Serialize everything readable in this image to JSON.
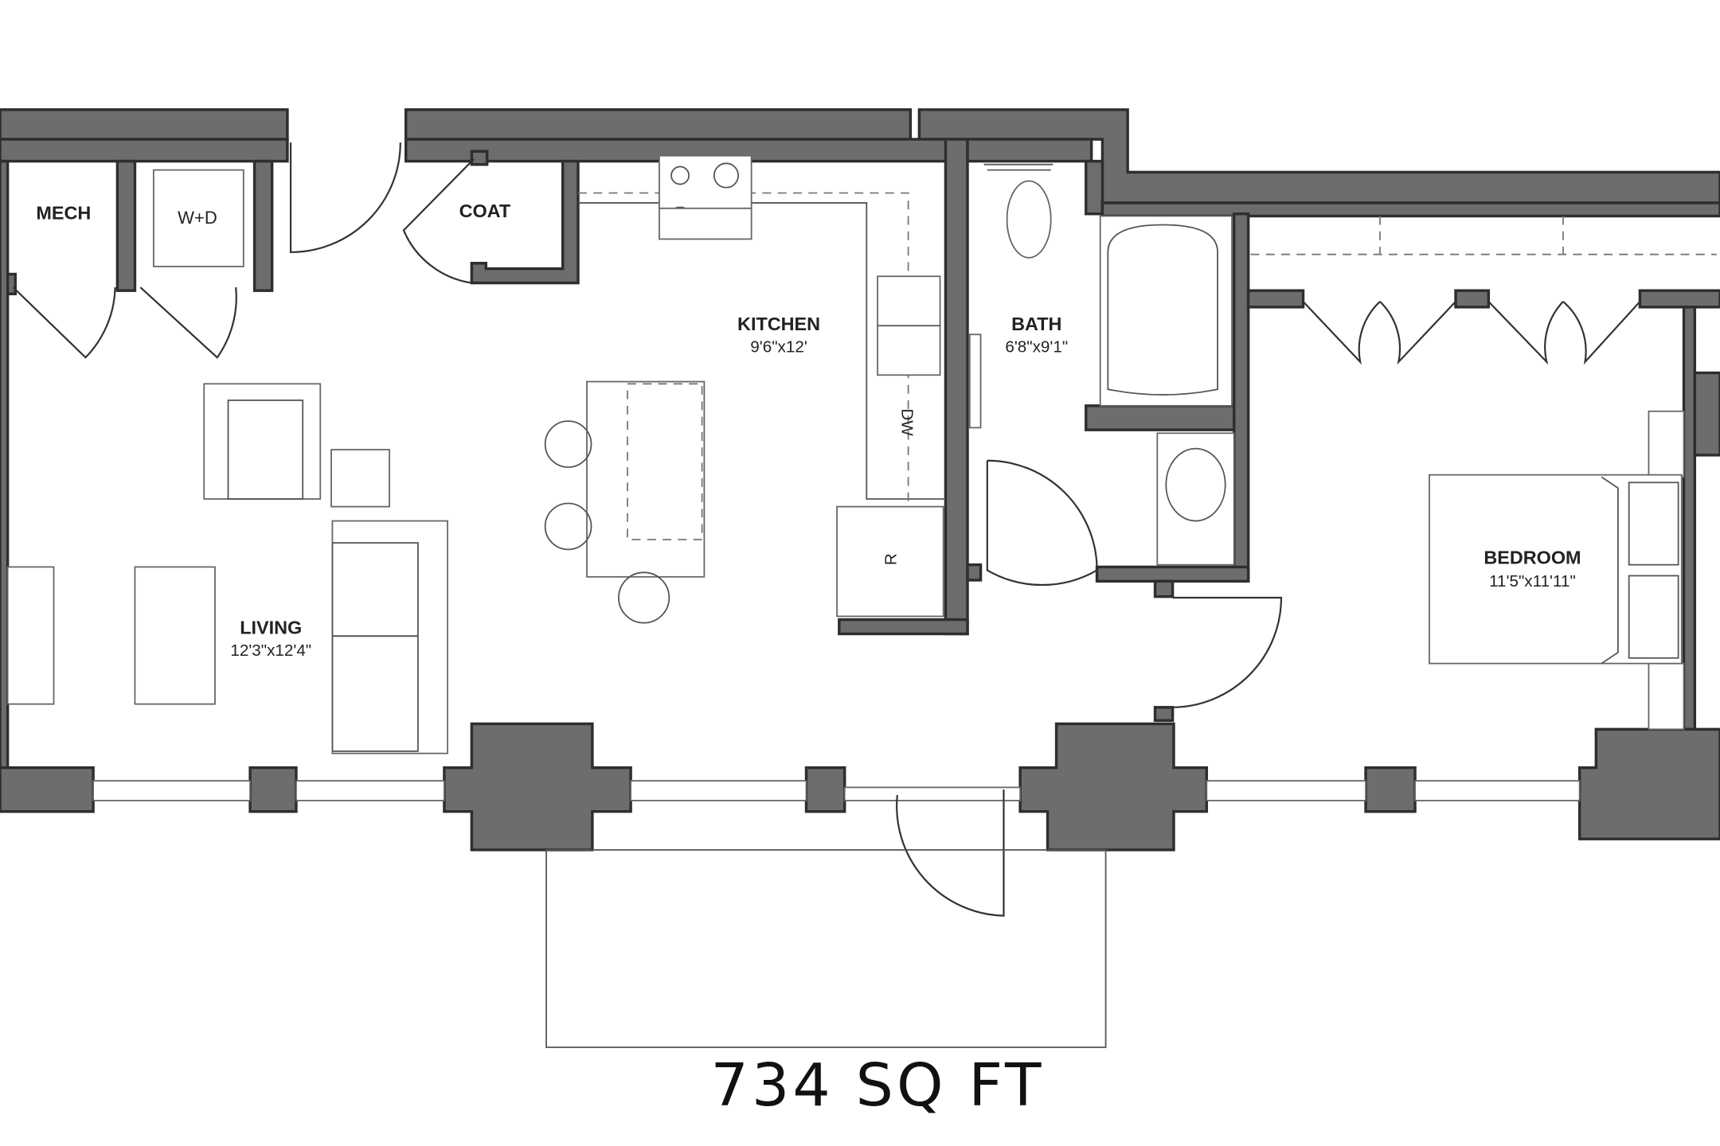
{
  "plan": {
    "total_area": "734 SQ FT",
    "rooms": [
      {
        "name": "MECH",
        "dimensions": ""
      },
      {
        "name": "W+D",
        "dimensions": ""
      },
      {
        "name": "COAT",
        "dimensions": ""
      },
      {
        "name": "KITCHEN",
        "dimensions": "9'6\"x12'"
      },
      {
        "name": "BATH",
        "dimensions": "6'8\"x9'1\""
      },
      {
        "name": "LIVING",
        "dimensions": "12'3\"x12'4\""
      },
      {
        "name": "BEDROOM",
        "dimensions": "11'5\"x11'11\""
      }
    ],
    "appliances": {
      "dishwasher": "DW",
      "refrigerator": "R"
    }
  },
  "colors": {
    "wall": "#6d6d6d",
    "outline": "#2e2e2e",
    "background": "#ffffff"
  }
}
